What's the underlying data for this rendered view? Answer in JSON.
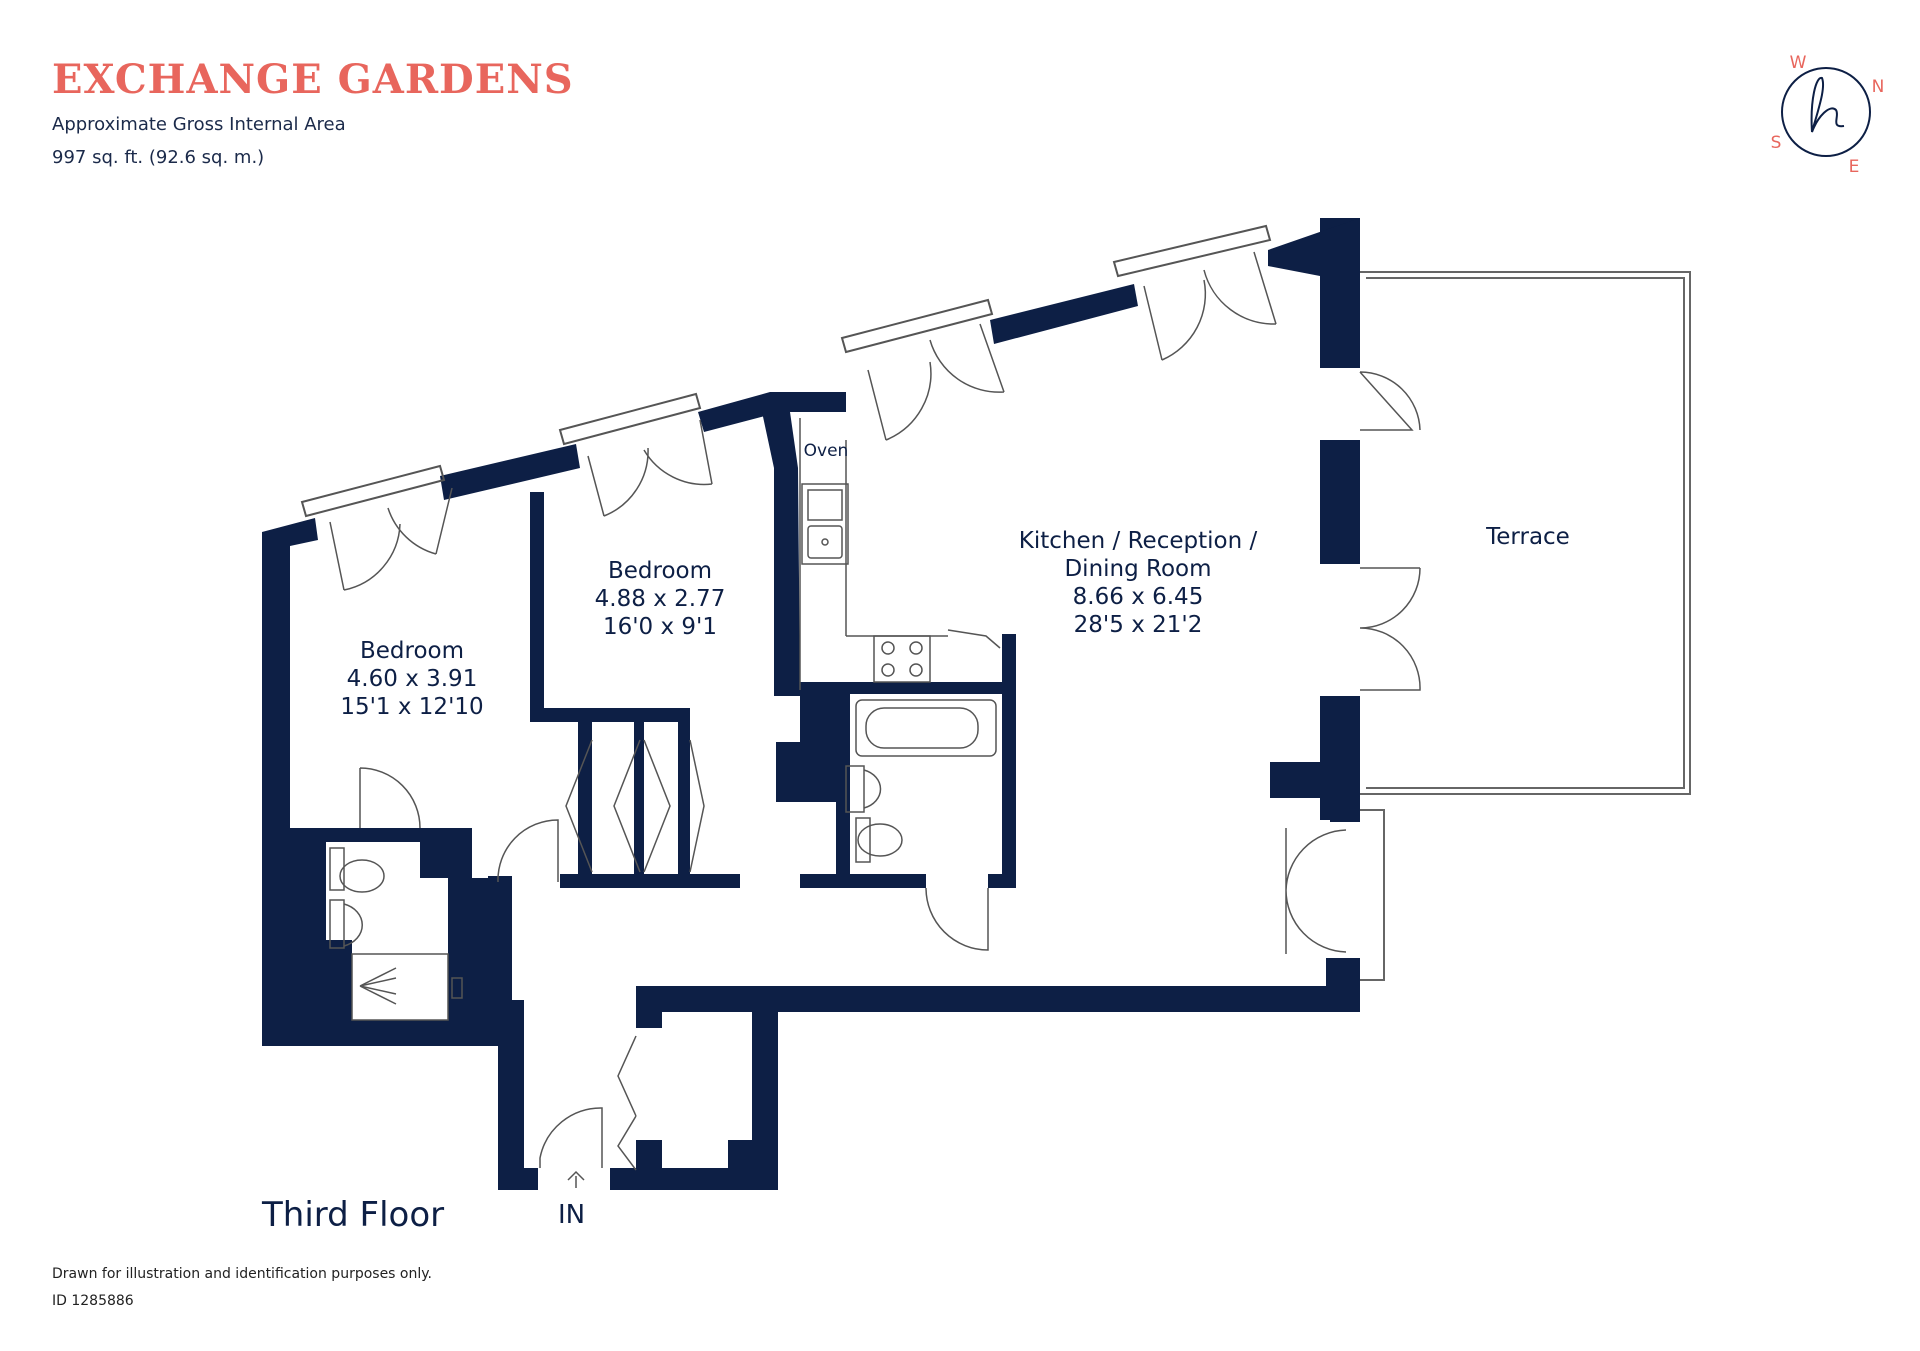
{
  "header": {
    "title": "EXCHANGE GARDENS",
    "area_label": "Approximate Gross Internal Area",
    "area_value": "997 sq. ft. (92.6 sq. m.)"
  },
  "rooms": {
    "bedroom1": {
      "name": "Bedroom",
      "metric": "4.60 x 3.91",
      "imperial": "15'1 x 12'10"
    },
    "bedroom2": {
      "name": "Bedroom",
      "metric": "4.88 x 2.77",
      "imperial": "16'0 x 9'1"
    },
    "kitchen": {
      "name_line1": "Kitchen / Reception /",
      "name_line2": "Dining Room",
      "metric": "8.66 x 6.45",
      "imperial": "28'5 x 21'2"
    },
    "terrace": {
      "name": "Terrace"
    },
    "oven": "Oven"
  },
  "compass": {
    "n": "N",
    "e": "E",
    "s": "S",
    "w": "W"
  },
  "floor_label": "Third Floor",
  "entrance_label": "IN",
  "footer": {
    "disclaimer": "Drawn for illustration and identification purposes only.",
    "id": "ID 1285886"
  },
  "colors": {
    "wall": "#0d1f45",
    "accent": "#e8665d",
    "line": "#555555"
  }
}
